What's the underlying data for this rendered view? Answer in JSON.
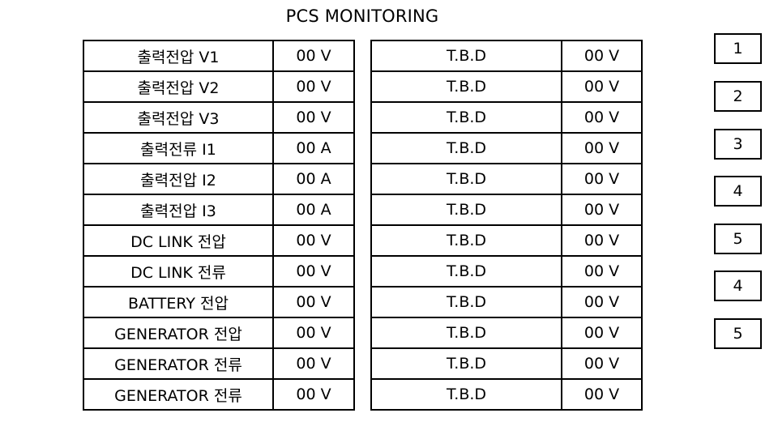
{
  "title": "PCS MONITORING",
  "left_table": {
    "rows": [
      {
        "label": "출력전압 V1",
        "value": "00 V"
      },
      {
        "label": "출력전압 V2",
        "value": "00 V"
      },
      {
        "label": "출력전압 V3",
        "value": "00 V"
      },
      {
        "label": "출력전류 I1",
        "value": "00 A"
      },
      {
        "label": "출력전압 I2",
        "value": "00 A"
      },
      {
        "label": "출력전압 I3",
        "value": "00 A"
      },
      {
        "label": "DC LINK 전압",
        "value": "00 V"
      },
      {
        "label": "DC LINK 전류",
        "value": "00 V"
      },
      {
        "label": "BATTERY 전압",
        "value": "00 V"
      },
      {
        "label": "GENERATOR 전압",
        "value": "00 V"
      },
      {
        "label": "GENERATOR 전류",
        "value": "00 V"
      },
      {
        "label": "GENERATOR 전류",
        "value": "00 V"
      }
    ]
  },
  "right_table": {
    "rows": [
      {
        "label": "T.B.D",
        "value": "00 V"
      },
      {
        "label": "T.B.D",
        "value": "00 V"
      },
      {
        "label": "T.B.D",
        "value": "00 V"
      },
      {
        "label": "T.B.D",
        "value": "00 V"
      },
      {
        "label": "T.B.D",
        "value": "00 V"
      },
      {
        "label": "T.B.D",
        "value": "00 V"
      },
      {
        "label": "T.B.D",
        "value": "00 V"
      },
      {
        "label": "T.B.D",
        "value": "00 V"
      },
      {
        "label": "T.B.D",
        "value": "00 V"
      },
      {
        "label": "T.B.D",
        "value": "00 V"
      },
      {
        "label": "T.B.D",
        "value": "00 V"
      },
      {
        "label": "T.B.D",
        "value": "00 V"
      }
    ]
  },
  "side_buttons": [
    "1",
    "2",
    "3",
    "4",
    "5",
    "4",
    "5"
  ]
}
